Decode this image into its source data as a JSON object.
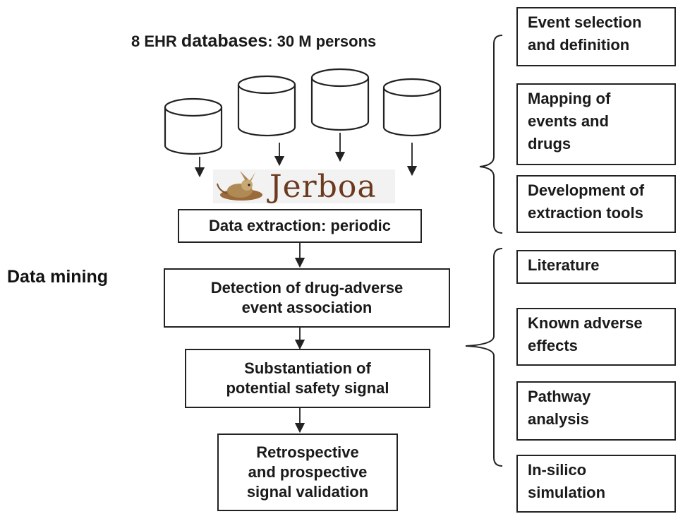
{
  "header": {
    "title_prefix": "8 EHR",
    "title_emph": "databases",
    "title_suffix": ": 30 M persons"
  },
  "side_label": "Data mining",
  "logo": {
    "text": "Jerboa",
    "icon": "jerboa-animal-icon"
  },
  "flow": {
    "extraction": "Data extraction: periodic",
    "detection": "Detection of drug-adverse\nevent association",
    "substantiation": "Substantiation of\npotential safety signal",
    "validation": "Retrospective\nand prospective\nsignal validation"
  },
  "right_top": [
    "Event selection\nand definition",
    "Mapping of\nevents and\ndrugs",
    "Development of\nextraction tools"
  ],
  "right_bottom": [
    "Literature",
    "Known adverse\neffects",
    "Pathway\nanalysis",
    "In-silico\nsimulation"
  ]
}
